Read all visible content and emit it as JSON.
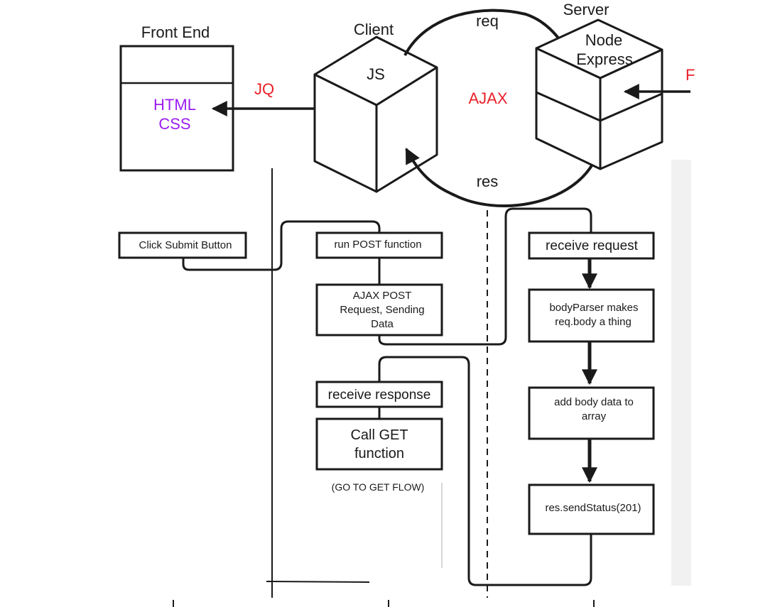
{
  "colors": {
    "stroke": "#1a1a1a",
    "red_label": "#e8202a",
    "purple_label": "#9b1cf2",
    "background": "#ffffff",
    "faint": "#eeeeee"
  },
  "architecture": {
    "front_end_title": "Front End",
    "front_end_lines": [
      "HTML",
      "CSS"
    ],
    "client_title": "Client",
    "client_label": "JS",
    "server_title": "Server",
    "server_lines": [
      "Node",
      "Express"
    ],
    "jq_label": "JQ",
    "ajax_label": "AJAX",
    "req_label": "req",
    "res_label": "res",
    "cut_label": "F"
  },
  "flow": {
    "click_submit": "Click Submit Button",
    "run_post": "run POST function",
    "ajax_post_lines": [
      "AJAX POST",
      "Request, Sending",
      "Data"
    ],
    "receive_response": "receive response",
    "call_get_lines": [
      "Call GET",
      "function"
    ],
    "go_to_get": "(GO TO GET FLOW)",
    "receive_request": "receive request",
    "body_parser_lines": [
      "bodyParser makes",
      "req.body a thing"
    ],
    "add_body_lines": [
      "add body data to",
      "array"
    ],
    "send_status": "res.sendStatus(201)"
  }
}
